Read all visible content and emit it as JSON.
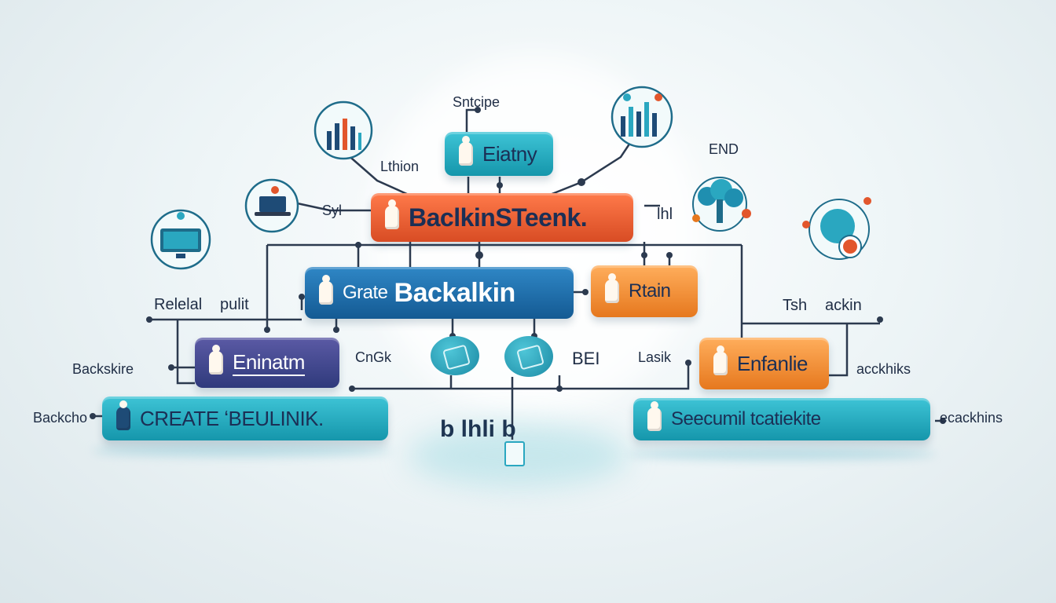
{
  "pills": {
    "top": "Eiatny",
    "main": "BaclkinSTeenk.",
    "center": "Backalkin",
    "center_prefix": "Grate",
    "right_mid": "Rtain",
    "left_mid": "Eninatm",
    "right_low": "Enfanlie",
    "bottom_left": "CREATE ʻBEULINIK.",
    "bottom_right": "Seecumil tcatiekite"
  },
  "labels": {
    "sntcipe": "Sntcipe",
    "lthion": "Lthion",
    "end": "END",
    "syl": "Syl",
    "lhl": "lhl",
    "relelal": "Relelal",
    "pulit": "pulit",
    "tsh": "Tsh",
    "ackin": "ackin",
    "backskire": "Backskire",
    "cngk": "CnGk",
    "bei": "BEI",
    "lasik": "Lasik",
    "acckhiks": "acckhiks",
    "backcho": "Backcho",
    "ecackhins": "ecackhins",
    "bar_mark": "b lhli b"
  },
  "colors": {
    "teal": "#1596ab",
    "orange": "#d84c24",
    "blue": "#145a93",
    "amber": "#e6781e",
    "purple": "#2f3a7c",
    "connector": "#2c3a4f"
  },
  "icons": [
    "bar-chart-icon",
    "monitor-icon",
    "laptop-icon",
    "tree-icon",
    "globe-icon",
    "cloud-icon",
    "person-icon",
    "phone-icon"
  ]
}
